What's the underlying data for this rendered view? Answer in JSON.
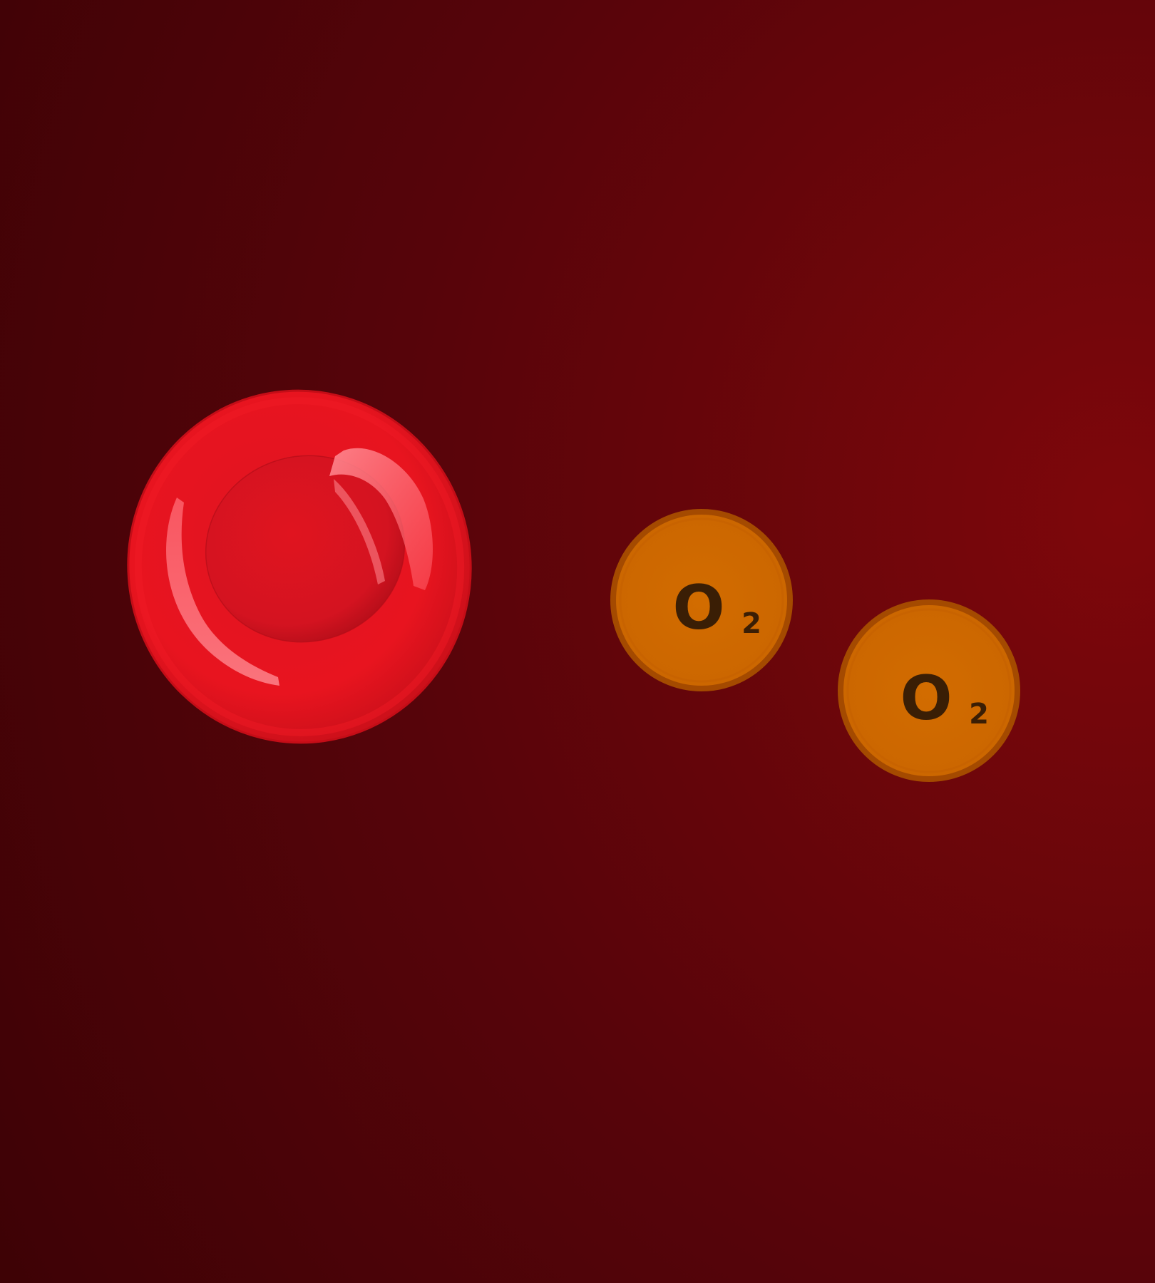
{
  "scene": {
    "background_dark": "#3d0205",
    "background_light": "#7e070b",
    "cell_color": "#e8141f",
    "cell_highlight": "#ff9aa0",
    "molecule_fill": "#d06a00",
    "molecule_stroke": "#a44a00",
    "label_color": "#3a1e05"
  },
  "molecules": [
    {
      "symbol": "O",
      "subscript": "2"
    },
    {
      "symbol": "O",
      "subscript": "2"
    }
  ]
}
